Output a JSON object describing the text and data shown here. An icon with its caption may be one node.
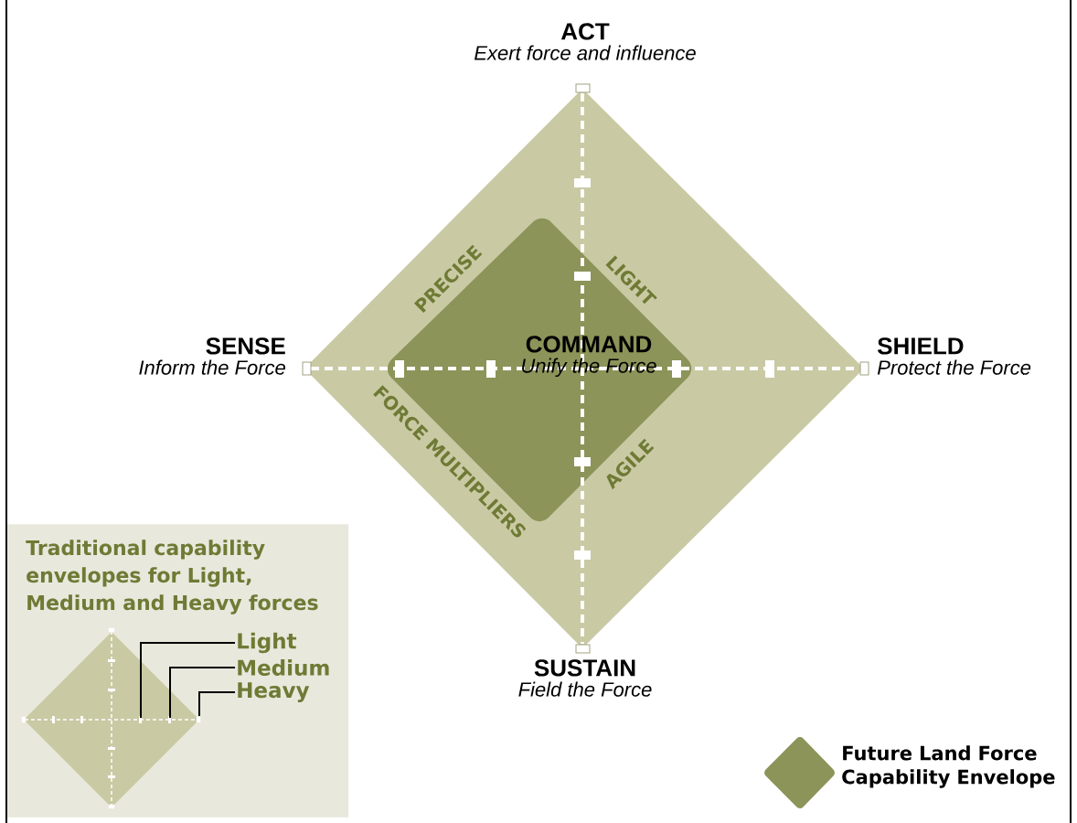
{
  "diagram": {
    "nodes": [
      {
        "text": [
          "ACT",
          "Exert force and influence"
        ]
      },
      {
        "text": [
          "SENSE",
          "Inform the Force"
        ]
      },
      {
        "text": [
          "COMMAND",
          "Unify the Force"
        ]
      },
      {
        "text": [
          "SHIELD",
          "Protect the Force"
        ]
      },
      {
        "text": [
          "SUSTAIN",
          "Field the Force"
        ]
      },
      {
        "text": [
          "Traditional capability envelopes for Light, Medium and Heavy forces"
        ]
      },
      {
        "text": [
          "Light"
        ],
        "in": 5
      },
      {
        "text": [
          "Medium"
        ],
        "in": 5
      },
      {
        "text": [
          "Heavy"
        ],
        "in": 5
      },
      {
        "text": [],
        "shape": "diamond",
        "in": 5
      }
    ],
    "edges": [
      {
        "from": 6,
        "to": 9,
        "arrow": "none"
      },
      {
        "from": 7,
        "to": 9,
        "arrow": "none"
      },
      {
        "from": 8,
        "to": 9,
        "arrow": "none"
      }
    ],
    "labels": [
      "PRECISE",
      "LIGHT",
      "FORCE MULTIPLIERS",
      "AGILE"
    ],
    "legend": [
      {
        "text": "Future Land Force Capability Envelope",
        "color": "#8c9459"
      }
    ]
  }
}
